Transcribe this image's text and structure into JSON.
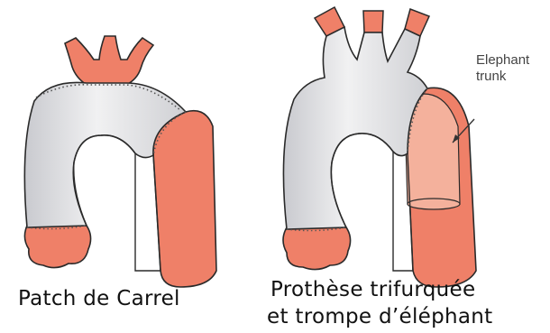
{
  "diagrams": [
    {
      "caption": "Patch de Carrel"
    },
    {
      "caption_lines": [
        "Prothèse trifurquée",
        "et trompe d’éléphant"
      ],
      "annotation_lines": [
        "Elephant",
        "trunk"
      ]
    }
  ],
  "colors": {
    "tissue": "#ef8068",
    "graft": "#d4d5d9",
    "graft_light": "#eeeeef",
    "trunk": "#f4b19c",
    "outline": "#2a2a2a",
    "suture": "#555555",
    "background": "#ffffff"
  }
}
